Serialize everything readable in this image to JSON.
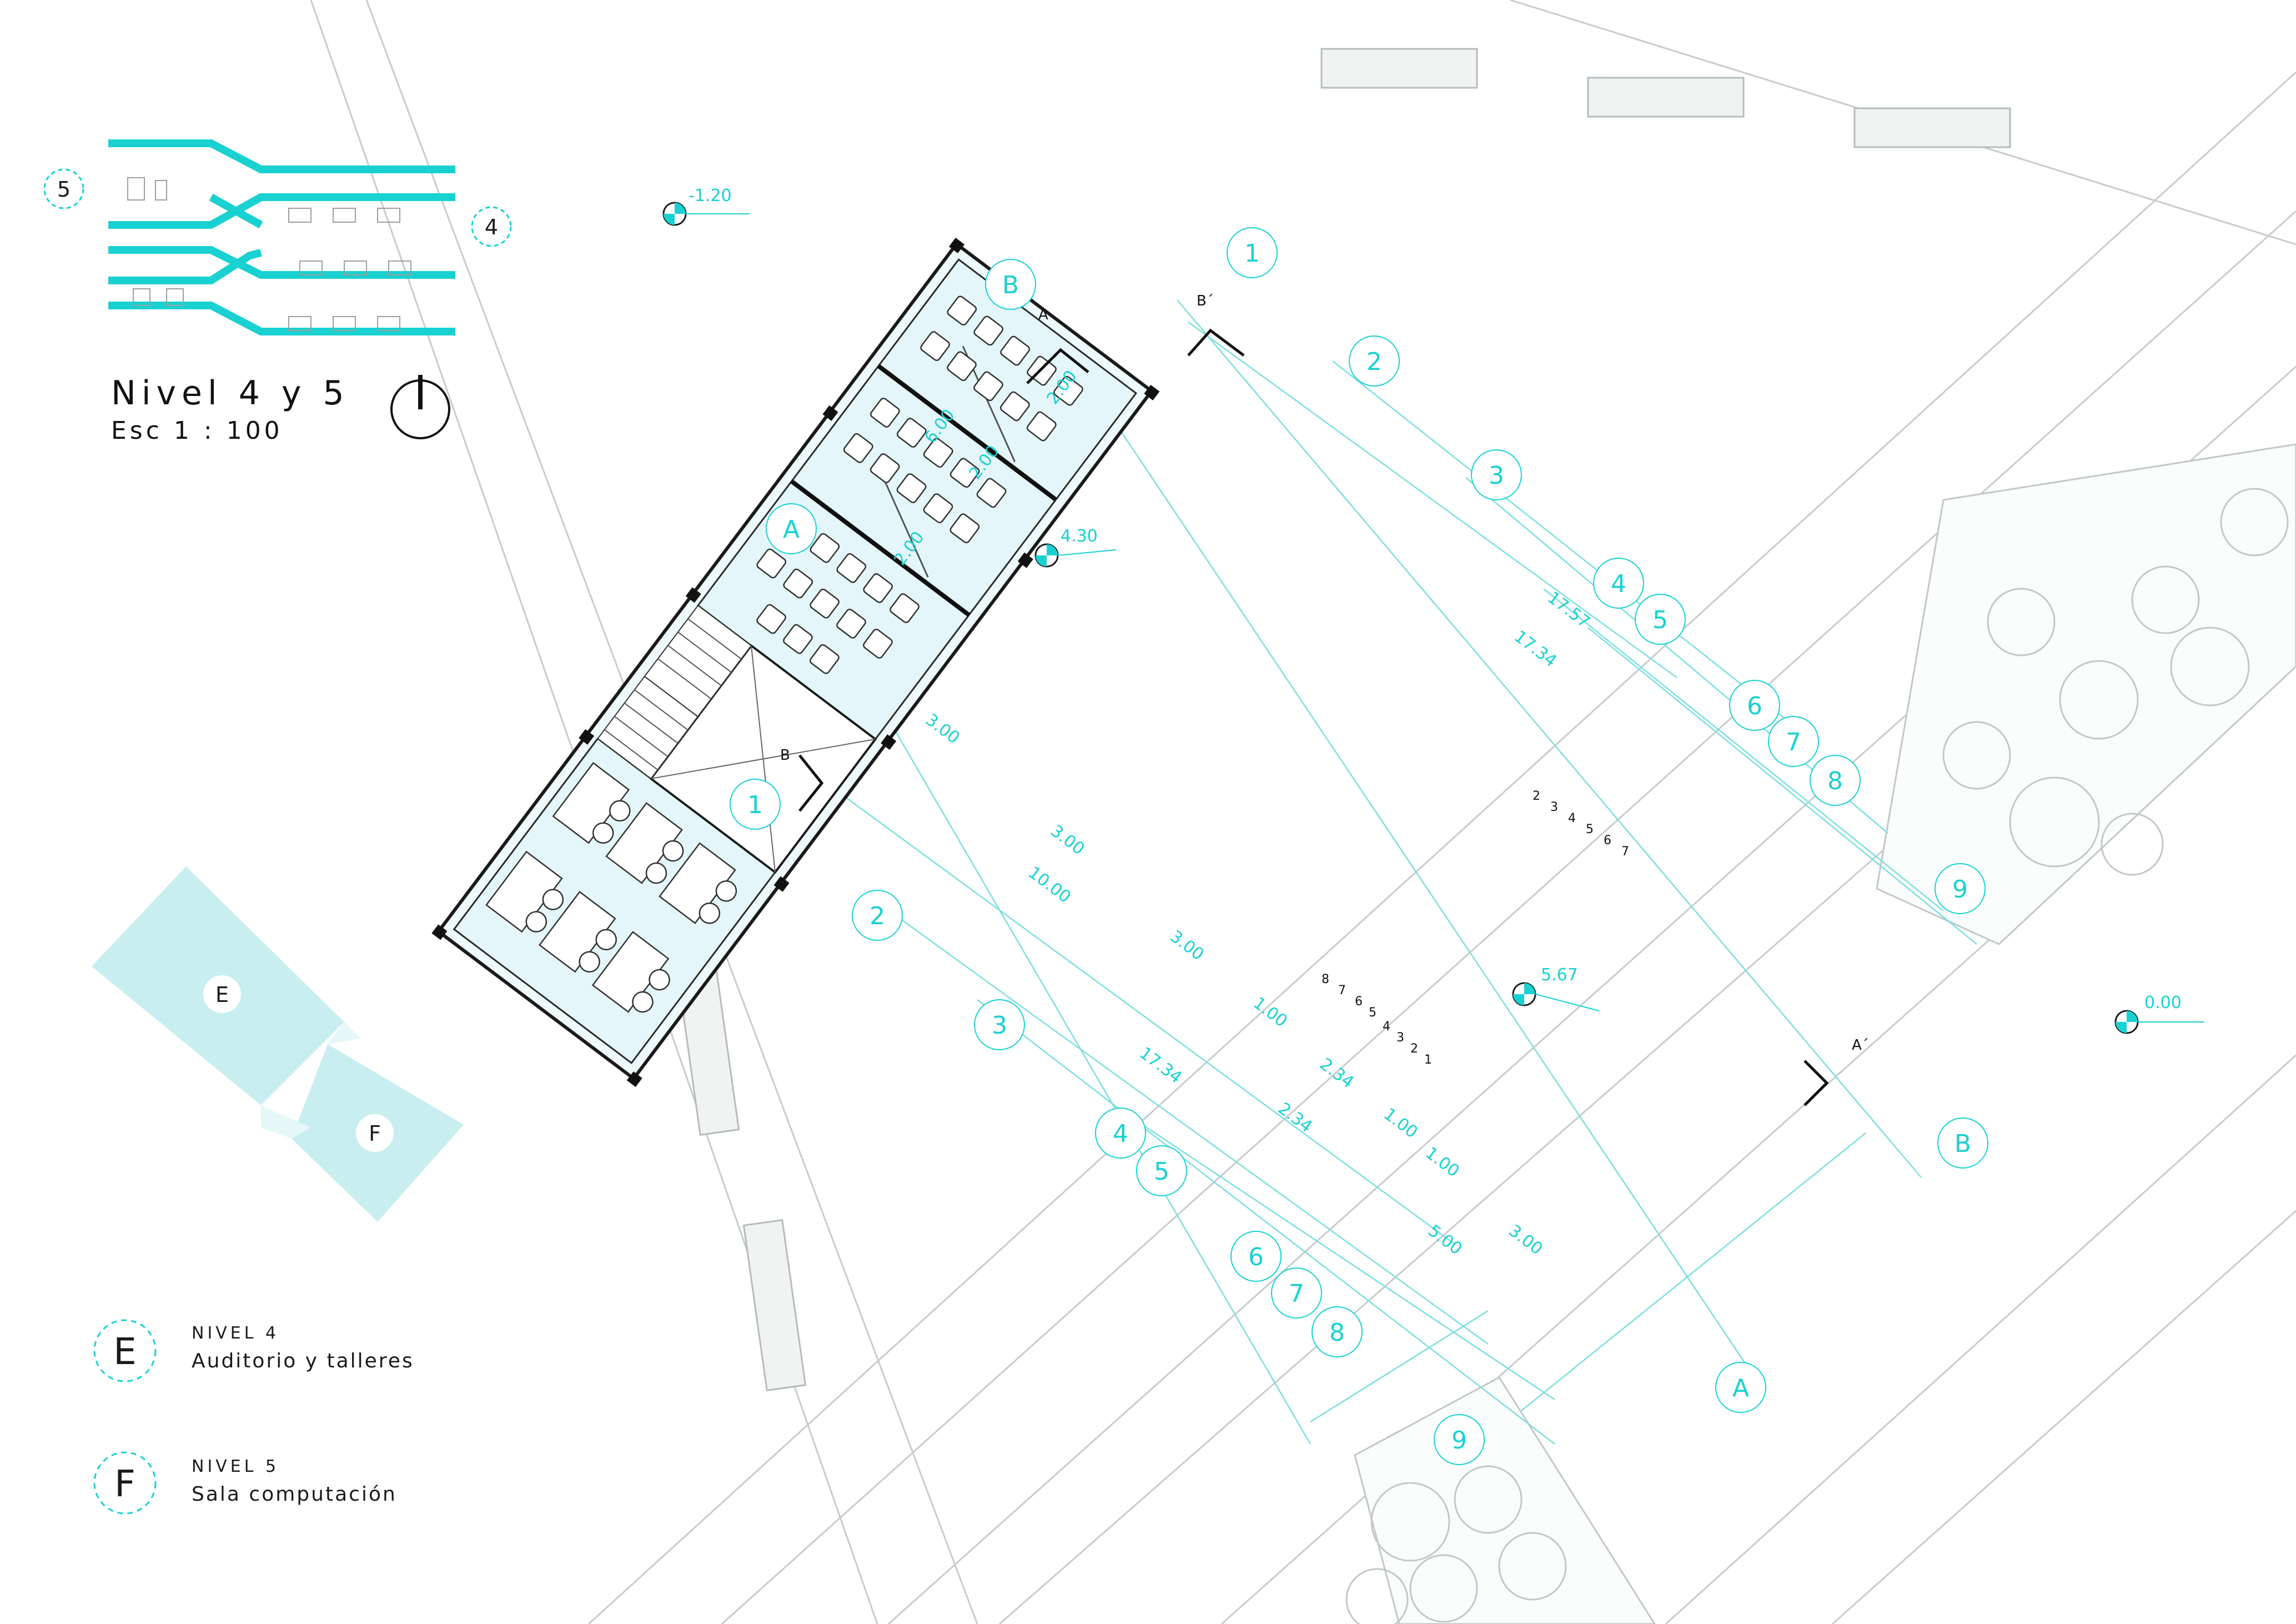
{
  "sheet": {
    "title": "Nivel 4 y 5",
    "scale": "Esc  1 : 100"
  },
  "colors": {
    "accent": "#19d1d1",
    "room_fill": "#e8f8fa",
    "key_fill": "#c9eef0",
    "line": "#1a1a1a",
    "thin": "#bfc7c9"
  },
  "levels": {
    "nivel_b": "-1.20",
    "nivel_a": "4.30",
    "nivel_c": "5.67",
    "nivel_d": "0.00"
  },
  "section_marks": {
    "a": "A",
    "a_prime": "A´",
    "b": "B",
    "b_prime": "B´"
  },
  "grid_bubbles": {
    "top": [
      "1",
      "2",
      "3",
      "4",
      "5",
      "6",
      "7",
      "8",
      "9"
    ],
    "bottom": [
      "1",
      "2",
      "3",
      "4",
      "5",
      "6",
      "7",
      "8",
      "9"
    ],
    "letters": [
      "A",
      "B",
      "A",
      "B"
    ]
  },
  "dimensions": {
    "top_width": "6.00",
    "top_seg": [
      "2.00",
      "2.00",
      "2.00"
    ],
    "top_length_a": "17.57",
    "top_length_b": "17.34",
    "bottom_length": "17.34",
    "bottom_seg": [
      "3.00",
      "3.00",
      "3.00",
      "1.00",
      "1.00",
      "1.00"
    ],
    "bottom_total": "10.00",
    "bottom_extra": [
      "2.34",
      "2.34",
      "5.00",
      "3.00"
    ]
  },
  "stairs": {
    "upper": [
      "2",
      "3",
      "4",
      "5",
      "6",
      "7"
    ],
    "lower": [
      "8",
      "7",
      "6",
      "5",
      "4",
      "3",
      "2",
      "1"
    ]
  },
  "section_diagram": {
    "bubble_left": "5",
    "bubble_right": "4"
  },
  "key_plan": {
    "zone_e": "E",
    "zone_f": "F"
  },
  "legend": [
    {
      "letter": "E",
      "level": "NIVEL 4",
      "desc": "Auditorio y talleres"
    },
    {
      "letter": "F",
      "level": "NIVEL 5",
      "desc": "Sala computación"
    }
  ]
}
